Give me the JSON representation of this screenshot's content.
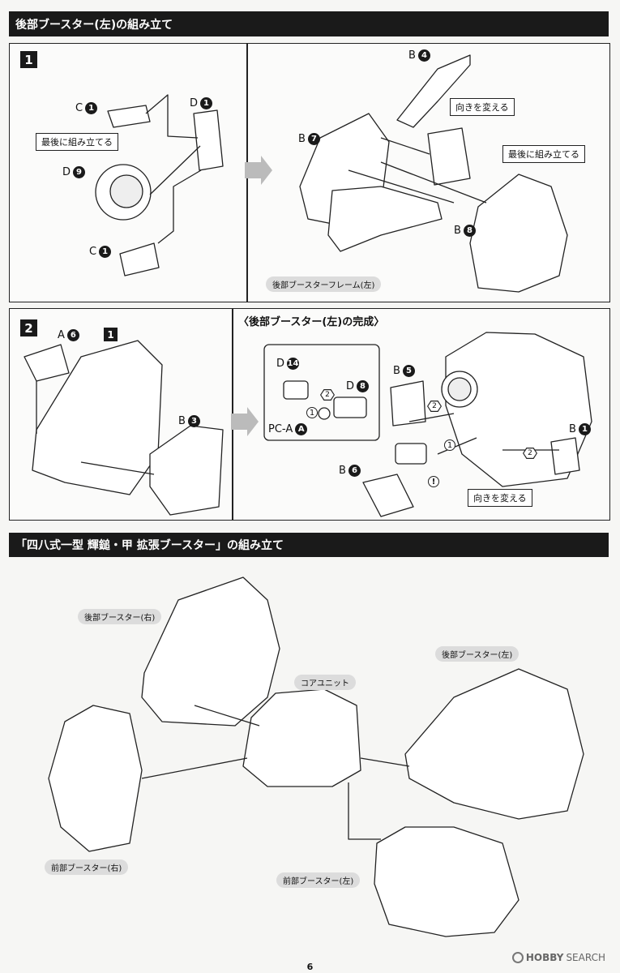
{
  "section1": {
    "title": "後部ブースター(左)の組み立て",
    "step1": {
      "num": "1",
      "left": [
        {
          "letter": "C",
          "num": "1"
        },
        {
          "letter": "D",
          "num": "1"
        },
        {
          "letter": "D",
          "num": "9"
        },
        {
          "letter": "C",
          "num": "1"
        }
      ],
      "note_last": "最後に組み立てる",
      "right": [
        {
          "letter": "B",
          "num": "4"
        },
        {
          "letter": "B",
          "num": "7"
        },
        {
          "letter": "B",
          "num": "8"
        }
      ],
      "note_turn": "向きを変える",
      "note_last2": "最後に組み立てる",
      "frame_caption": "後部ブースターフレーム(左)"
    },
    "step2": {
      "num": "2",
      "parts": [
        {
          "letter": "A",
          "num": "6"
        },
        {
          "letter": "B",
          "num": "3"
        }
      ],
      "ref_step": "1",
      "complete_title": "〈後部ブースター(左)の完成〉",
      "detail": [
        {
          "letter": "D",
          "num": "14"
        },
        {
          "letter": "D",
          "num": "8"
        },
        {
          "letter": "PC-A",
          "num": "A"
        }
      ],
      "right_parts": [
        {
          "letter": "B",
          "num": "5"
        },
        {
          "letter": "B",
          "num": "6"
        },
        {
          "letter": "B",
          "num": "1"
        }
      ],
      "order": [
        "1",
        "2"
      ],
      "caution": "!",
      "note_turn": "向きを変える"
    }
  },
  "section2": {
    "title": "「四八式一型 輝鎚・甲 拡張ブースター」の組み立て",
    "labels": {
      "rear_right": "後部ブースター(右)",
      "rear_left": "後部ブースター(左)",
      "core": "コアユニット",
      "front_right": "前部ブースター(右)",
      "front_left": "前部ブースター(左)"
    }
  },
  "page_number": "6",
  "watermark": {
    "brand": "HOBBY",
    "suffix": "SEARCH"
  }
}
